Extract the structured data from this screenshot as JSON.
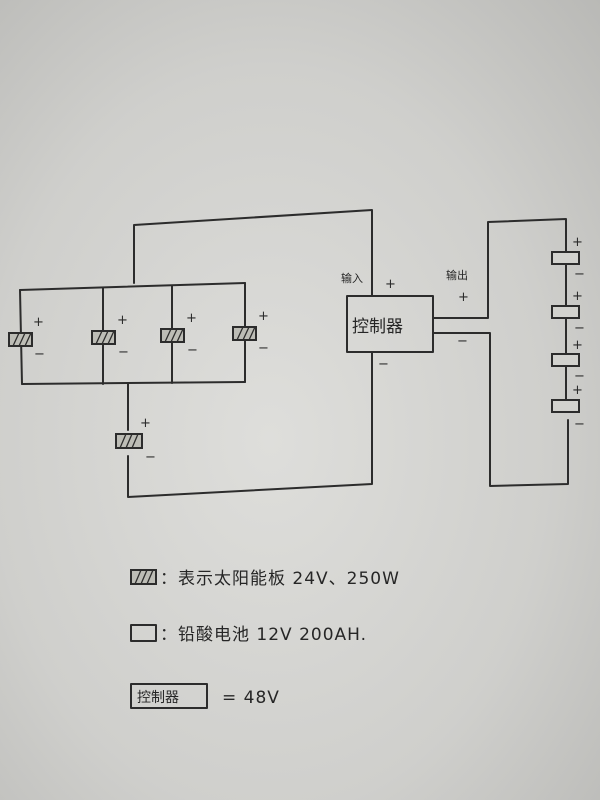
{
  "controller": {
    "label": "控制器",
    "input_label": "输入",
    "output_label": "输出"
  },
  "signs": {
    "plus": "+",
    "minus": "−"
  },
  "legend": {
    "panel": "：表示太阳能板 24V、250W",
    "battery": "：铅酸电池 12V 200AH.",
    "controller_symbol": "控制器",
    "controller": "= 48V"
  }
}
